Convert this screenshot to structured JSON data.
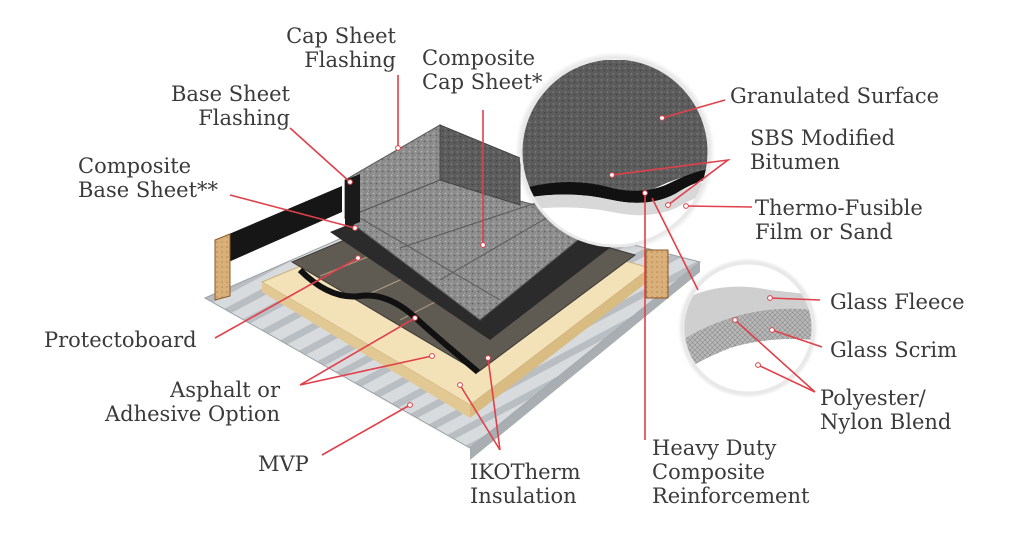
{
  "colors": {
    "leader_line": "#e0404a",
    "label_text": "#3a3a3a",
    "metal_deck": "#cfd3d6",
    "insulation": "#f3e2b8",
    "cap_sheet": "#8f8f8f",
    "base_sheet": "#2b2b2b"
  },
  "labels": {
    "cap_sheet_flashing": [
      "Cap Sheet",
      "Flashing"
    ],
    "composite_cap_sheet": [
      "Composite",
      "Cap Sheet*"
    ],
    "base_sheet_flashing": [
      "Base Sheet",
      "Flashing"
    ],
    "composite_base_sheet": [
      "Composite",
      "Base Sheet**"
    ],
    "protectoboard": [
      "Protectoboard"
    ],
    "asphalt_or_adhesive": [
      "Asphalt or",
      "Adhesive Option"
    ],
    "mvp": [
      "MVP"
    ],
    "ikotherm_insulation": [
      "IKOTherm",
      "Insulation"
    ],
    "granulated_surface": [
      "Granulated Surface"
    ],
    "sbs_modified_bitumen": [
      "SBS Modified",
      "Bitumen"
    ],
    "thermo_fusible": [
      "Thermo-Fusible",
      "Film or Sand"
    ],
    "glass_fleece": [
      "Glass Fleece"
    ],
    "glass_scrim": [
      "Glass Scrim"
    ],
    "polyester_nylon": [
      "Polyester/",
      "Nylon Blend"
    ],
    "heavy_duty": [
      "Heavy Duty",
      "Composite",
      "Reinforcement"
    ]
  }
}
